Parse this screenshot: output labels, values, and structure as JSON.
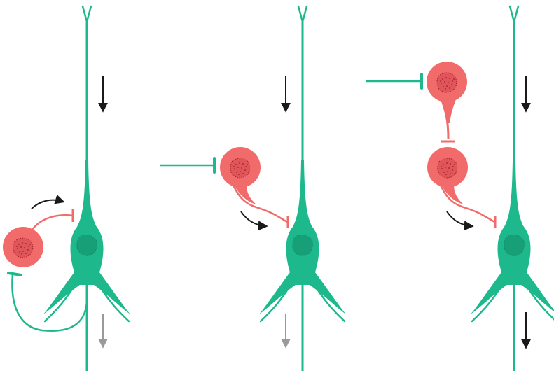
{
  "colors": {
    "excitatory": "#1DB98C",
    "excitatory_dark": "#17A078",
    "inhibitory": "#F26B6B",
    "inhibitory_dark": "#D8484D",
    "nucleus_dots": "#9E1F2A",
    "arrow_active": "#1A1A1A",
    "arrow_reduced": "#9A9A9A"
  },
  "panels": [
    {
      "id": "feedback-inhibition",
      "output_arrow": "reduced"
    },
    {
      "id": "feedforward-inhibition",
      "output_arrow": "reduced"
    },
    {
      "id": "disinhibition",
      "output_arrow": "active"
    }
  ]
}
